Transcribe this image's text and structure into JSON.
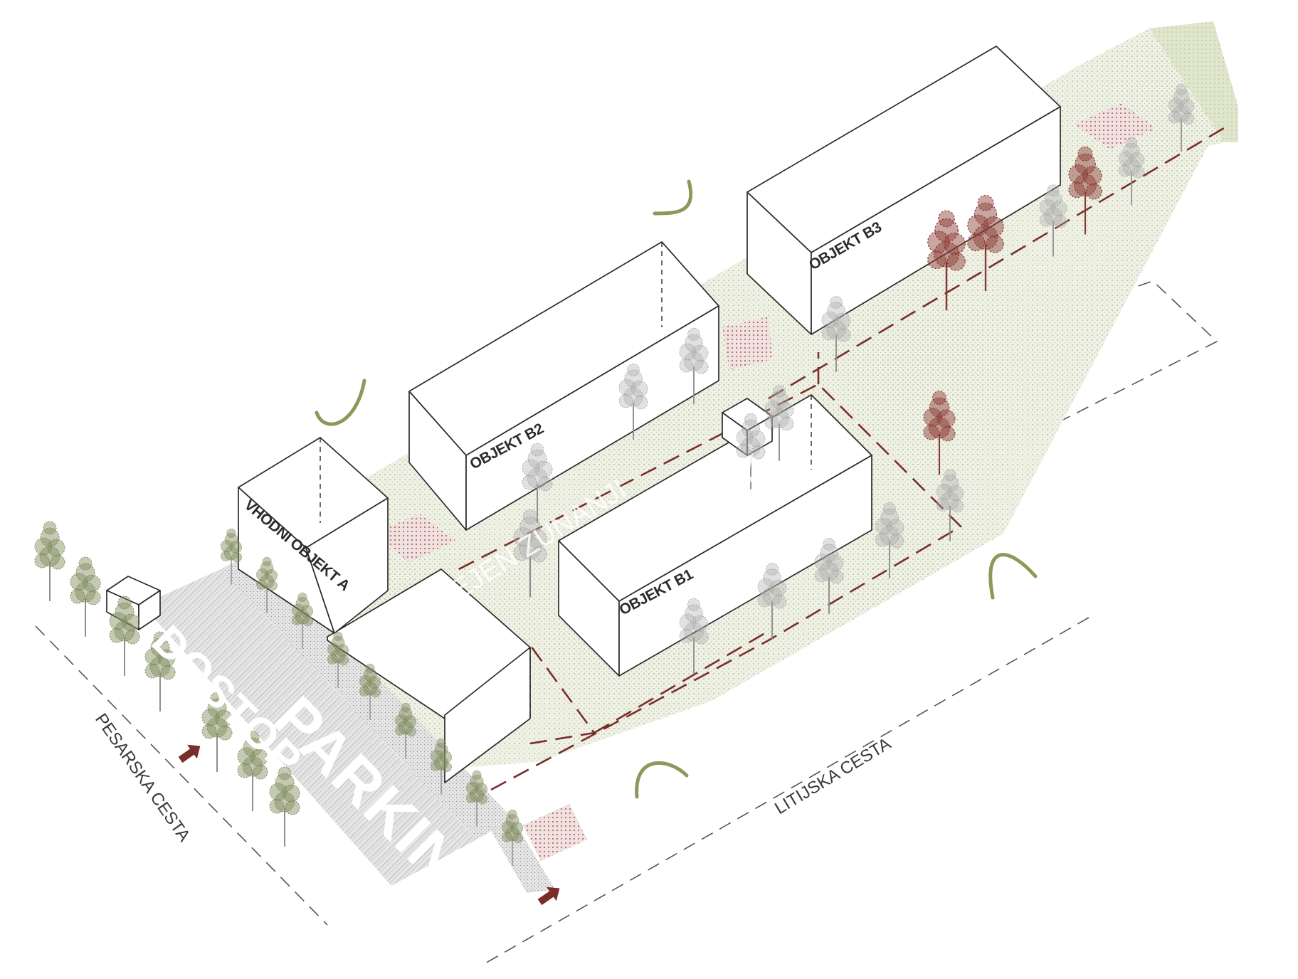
{
  "labels": {
    "pesarska_cesta": "PESARSKA CESTA",
    "litijska_cesta": "LITIJSKA CESTA",
    "dostop": "DOSTOP",
    "parking": "PARKING",
    "park": "PARK",
    "park_upper": "UREJEN ZUNANJI",
    "objekt_a": "VHODNI OBJEKT A",
    "objekt_b1": "OBJEKT B1",
    "objekt_b2": "OBJEKT B2",
    "objekt_b3": "OBJEKT B3"
  },
  "colors": {
    "ground": "#ecefe2",
    "ground_dot": "#b4bca0",
    "parking_hatch": "#cfcfcf",
    "path": "#7a2d2a",
    "arc": "#8a9a5b",
    "tree_olive": "#7f8a5a",
    "tree_grey": "#a8a8a8",
    "tree_red": "#8a3a34",
    "arrow": "#7a2d2a",
    "meadow": "#dfe6cc"
  },
  "icons": {
    "entrance_arrow": "arrow-up-right-icon",
    "tree": "tree-icon",
    "view_arc": "view-arc-icon"
  }
}
